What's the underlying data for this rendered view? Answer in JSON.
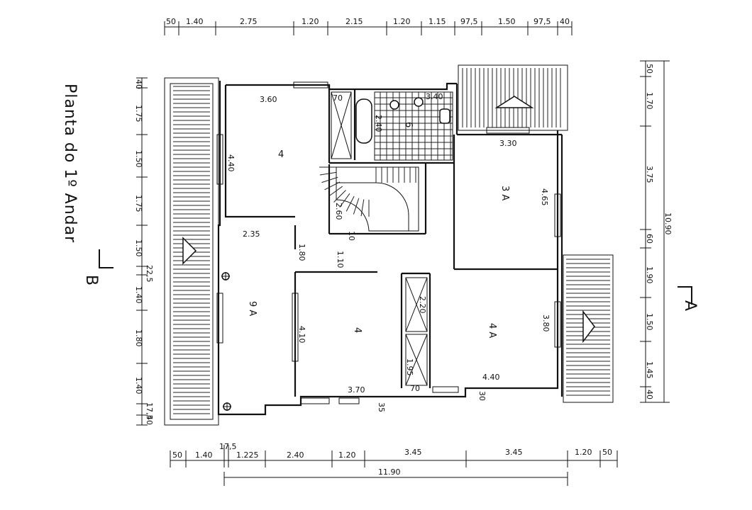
{
  "title": "Planta do 1º Andar",
  "section_marks": {
    "a": "A",
    "b": "B"
  },
  "top_dims": [
    "50",
    "1.40",
    "2.75",
    "1.20",
    "2.15",
    "1.20",
    "1.15",
    "97,5",
    "1.50",
    "97,5",
    "40"
  ],
  "bottom_dims": [
    "50",
    "1.40",
    "17,5",
    "1.225",
    "2.40",
    "1.20",
    "3.45",
    "3.45",
    "1.20",
    "50"
  ],
  "bottom_total": "11.90",
  "left_dims": [
    "40",
    "1.75",
    "1.50",
    "1.75",
    "1.50",
    "22,5",
    "1.40",
    "1.80",
    "1.40",
    "17,5",
    "40"
  ],
  "right_dims": [
    "50",
    "1.70",
    "3.75",
    "60",
    "1.90",
    "1.50",
    "1.45",
    "40"
  ],
  "right_total": "10.90",
  "rooms": {
    "r1": "4",
    "r2": "3 A",
    "r3": "9 A",
    "r4": "4",
    "r5": "4 A",
    "r6": "6"
  },
  "room_dims": {
    "d1": "3.60",
    "d2": "4.40",
    "d3": "70",
    "d4": "2.40",
    "d5": "3.40",
    "d6": "3.30",
    "d7": "4.65",
    "d8": "2.60",
    "d9": "10",
    "d10": "1.10",
    "d11": "2.35",
    "d12": "1.80",
    "d13": "4.10",
    "d14": "3.70",
    "d15": "2.20",
    "d16": "1.95",
    "d17": "70",
    "d18": "3.80",
    "d19": "4.40",
    "d20": "30",
    "d21": "35"
  }
}
